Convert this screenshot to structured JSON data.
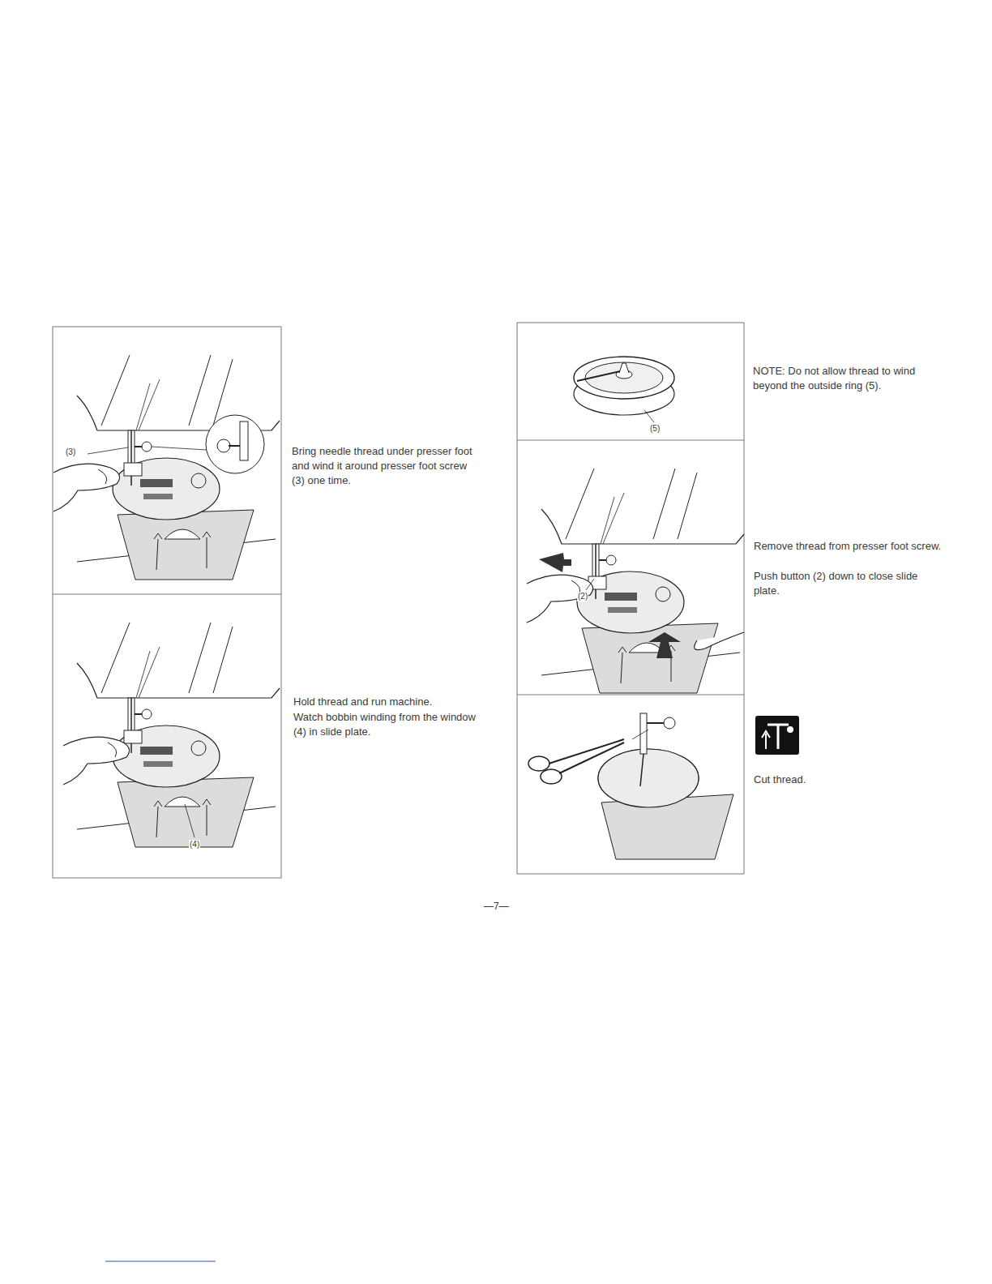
{
  "diagram": {
    "labels": [
      "(3)",
      "Bring needle thread under presser foot and wind it around presser foot screw (3) one time.",
      "Hold thread and run machine.",
      "Watch bobbin winding from the window (4) in slide plate.",
      "(4)",
      "NOTE: Do not allow thread to wind beyond the outside ring (5).",
      "(5)",
      "Remove thread from presser foot screw.",
      "Push button (2) down to close slide plate.",
      "(2)",
      "Cut thread.",
      "—7—"
    ]
  }
}
